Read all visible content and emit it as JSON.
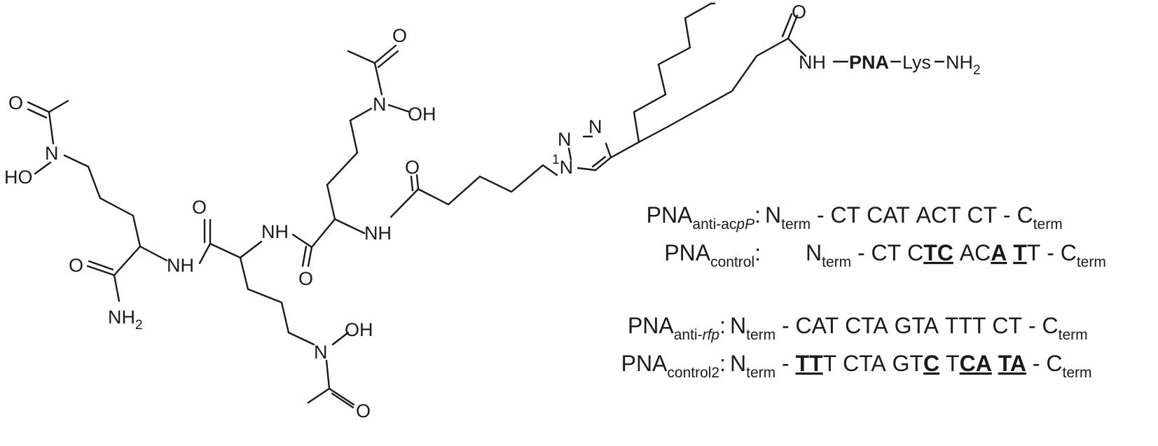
{
  "structure": {
    "n_oh_top": "N",
    "oh_top": "OH",
    "n_oh_left": "N",
    "ho_left": "HO",
    "n_oh_bottom": "N",
    "oh_bottom": "OH",
    "amide_nh2": "NH",
    "amide_nh2_sub": "2",
    "nh_1": "NH",
    "nh_2": "NH",
    "nh_3": "NH",
    "triazole_n1": "N",
    "triazole_n2": "N",
    "triazole_n3": "N",
    "triazole_pos1": "1",
    "linker_nh": "NH",
    "pna_bold": "PNA",
    "lys": "Lys",
    "nh2_end": "NH",
    "nh2_end_sub": "2",
    "oxygen": "O"
  },
  "sequences": [
    {
      "prefix": "PNA",
      "subscript": "anti-ac",
      "subscript_italic": "pP",
      "colon": ":",
      "nterm": "N",
      "nterm_sub": "term",
      "segments": [
        {
          "text": " - CT CAT ACT CT - ",
          "bold": false
        }
      ],
      "cterm": "C",
      "cterm_sub": "term"
    },
    {
      "prefix": "PNA",
      "subscript": "control",
      "subscript_italic": "",
      "colon": ":",
      "nterm": "N",
      "nterm_sub": "term",
      "segments": [
        {
          "text": " - CT C",
          "bold": false
        },
        {
          "text": "TC",
          "bold": true
        },
        {
          "text": " AC",
          "bold": false
        },
        {
          "text": "A",
          "bold": true
        },
        {
          "text": " ",
          "bold": false
        },
        {
          "text": "T",
          "bold": true
        },
        {
          "text": "T - ",
          "bold": false
        }
      ],
      "cterm": "C",
      "cterm_sub": "term"
    },
    {
      "prefix": "PNA",
      "subscript": "anti-",
      "subscript_italic": "rfp",
      "colon": ":",
      "nterm": "N",
      "nterm_sub": "term",
      "segments": [
        {
          "text": " - CAT CTA GTA TTT CT - ",
          "bold": false
        }
      ],
      "cterm": "C",
      "cterm_sub": "term"
    },
    {
      "prefix": "PNA",
      "subscript": "control2",
      "subscript_italic": "",
      "colon": ":",
      "nterm": "N",
      "nterm_sub": "term",
      "segments": [
        {
          "text": " - ",
          "bold": false
        },
        {
          "text": "TT",
          "bold": true
        },
        {
          "text": "T CTA GT",
          "bold": false
        },
        {
          "text": "C",
          "bold": true
        },
        {
          "text": " T",
          "bold": false
        },
        {
          "text": "CA",
          "bold": true
        },
        {
          "text": " ",
          "bold": false
        },
        {
          "text": "TA",
          "bold": true
        },
        {
          "text": " - ",
          "bold": false
        }
      ],
      "cterm": "C",
      "cterm_sub": "term"
    }
  ]
}
